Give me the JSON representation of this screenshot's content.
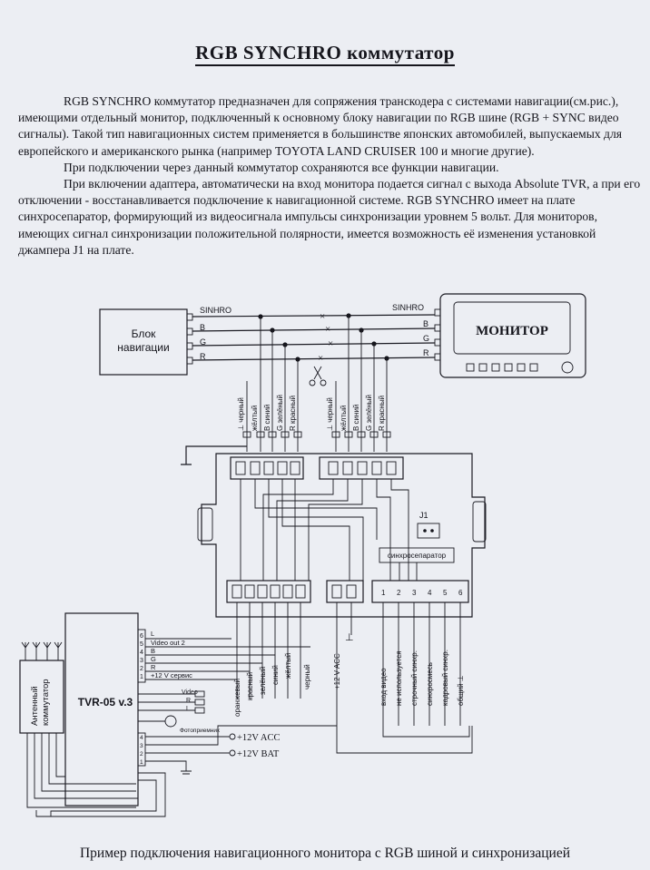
{
  "title": "RGB SYNCHRO коммутатор",
  "paragraphs": [
    "RGB SYNCHRO коммутатор предназначен для сопряжения транскодера с системами навигации(см.рис.), имеющими отдельный монитор, подключенный к основному блоку навигации по RGB шине (RGB + SYNC видео сигналы). Такой тип навигационных систем применяется в большинстве японских автомобилей, выпускаемых для европейского и американского рынка (например TOYOTA LAND CRUISER 100 и многие другие).",
    "При подключении через данный коммутатор сохраняются все функции навигации.",
    "При включении адаптера, автоматически на вход монитора подается сигнал с выхода Absolute TVR, а при его отключении - восстанавливается подключение к навигационной системе. RGB SYNCHRO имеет на плате синхросепаратор, формирующий из видеосигнала импульсы синхронизации уровнем 5 вольт. Для мониторов, имеющих сигнал синхронизации положительной полярности, имеется возможность её изменения установкой джампера J1 на плате."
  ],
  "diagram": {
    "nav_unit": [
      "Блок",
      "навигации"
    ],
    "monitor": "МОНИТОР",
    "sinhro": "SINHRO",
    "bus_letters": [
      "B",
      "G",
      "R"
    ],
    "wire_labels_left": [
      "⊥ черный",
      "жёлтый",
      "B синий",
      "G зелёный",
      "R красный"
    ],
    "wire_labels_right": [
      "⊥ черный",
      "жёлтый",
      "B синий",
      "G зелёный",
      "R красный"
    ],
    "j1": "J1",
    "sync_sep": "синхросепаратор",
    "antenna_switch": [
      "Антенный",
      "коммутатор"
    ],
    "tvr": "TVR-05 v.3",
    "tvr_pins": [
      {
        "num": "6",
        "label": "L"
      },
      {
        "num": "5",
        "label": "Video out 2"
      },
      {
        "num": "4",
        "label": "B"
      },
      {
        "num": "3",
        "label": "G"
      },
      {
        "num": "2",
        "label": "R"
      },
      {
        "num": "1",
        "label": "+12 V сервис"
      }
    ],
    "av_labels": [
      "Video",
      "R",
      "L"
    ],
    "photo_receiver": "Фотоприемник",
    "power_pins": [
      "4",
      "3",
      "2",
      "1"
    ],
    "power_labels": [
      "+12V ACC",
      "+12V BAT"
    ],
    "bottom_wires_left": [
      "оранжевый",
      "красный",
      "зелёный",
      "синий",
      "жёлтый",
      "черный"
    ],
    "acc_label": "+12 V ACC",
    "ground_symbol": "⊥",
    "bottom_wires_right": [
      "вход видео",
      "не используется",
      "строчный синхр.",
      "синхросмесь",
      "кадровый синхр.",
      "общий ⊥"
    ],
    "connector_pins_6": [
      "1",
      "2",
      "3",
      "4",
      "5",
      "6"
    ]
  },
  "caption": "Пример подключения навигационного монитора с RGB шиной и синхронизацией"
}
